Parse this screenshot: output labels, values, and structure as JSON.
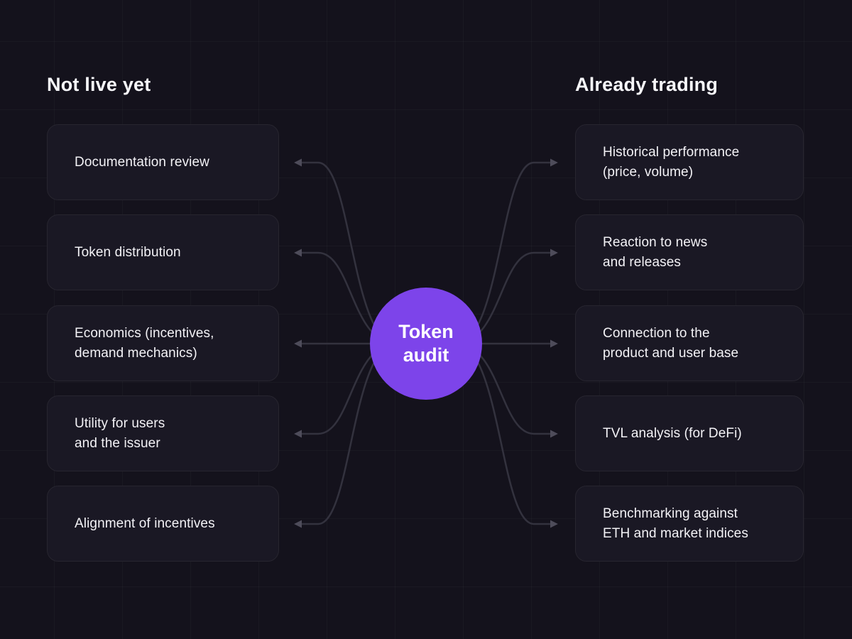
{
  "diagram": {
    "center": {
      "label": "Token\naudit",
      "color": "#7d44ea"
    },
    "left": {
      "title": "Not live yet",
      "items": [
        {
          "label": "Documentation review"
        },
        {
          "label": "Token distribution"
        },
        {
          "label": "Economics (incentives,\ndemand mechanics)"
        },
        {
          "label": "Utility for users\nand the issuer"
        },
        {
          "label": "Alignment of incentives"
        }
      ]
    },
    "right": {
      "title": "Already trading",
      "items": [
        {
          "label": "Historical performance\n(price, volume)"
        },
        {
          "label": "Reaction to news\nand releases"
        },
        {
          "label": "Connection to the\nproduct and user base"
        },
        {
          "label": "TVL analysis (for DeFi)"
        },
        {
          "label": "Benchmarking against\nETH and market indices"
        }
      ]
    },
    "colors": {
      "background": "#14121c",
      "card_background": "#1a1824",
      "card_border": "#27252f",
      "connector_line": "#33323e",
      "arrowhead": "#4e4c5a",
      "text": "#f3f2f6"
    }
  }
}
